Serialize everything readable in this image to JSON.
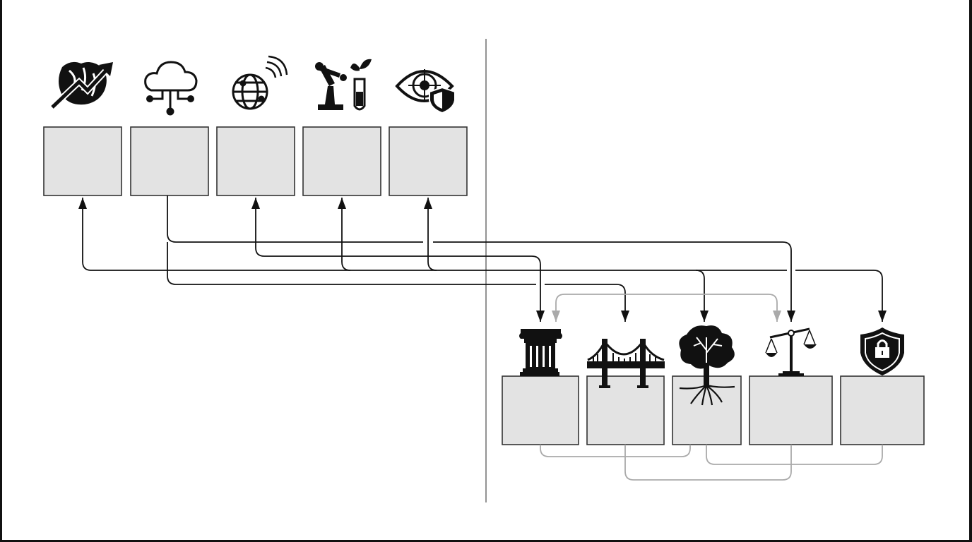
{
  "colors": {
    "box_fill": "#e3e3e3",
    "box_stroke": "#333333",
    "primary_line": "#111111",
    "secondary_line": "#aaaaaa",
    "divider": "#777777"
  },
  "top_nodes": [
    {
      "id": "t1",
      "icon": "brain-growth-arrow-icon"
    },
    {
      "id": "t2",
      "icon": "cloud-network-icon"
    },
    {
      "id": "t3",
      "icon": "globe-wireless-icon"
    },
    {
      "id": "t4",
      "icon": "robot-arm-plant-test-tube-icon"
    },
    {
      "id": "t5",
      "icon": "eye-target-shield-icon"
    }
  ],
  "bottom_nodes": [
    {
      "id": "b1",
      "icon": "greek-column-icon"
    },
    {
      "id": "b2",
      "icon": "suspension-bridge-icon"
    },
    {
      "id": "b3",
      "icon": "tree-with-roots-icon"
    },
    {
      "id": "b4",
      "icon": "balance-scales-icon"
    },
    {
      "id": "b5",
      "icon": "shield-lock-icon"
    }
  ],
  "connections": [
    {
      "from": "t2",
      "to": "b4",
      "style": "primary"
    },
    {
      "from": "t2",
      "to": "b2",
      "style": "primary"
    },
    {
      "between": [
        "t3",
        "b1"
      ],
      "style": "primary",
      "arrows": "both"
    },
    {
      "between": [
        "t1",
        "t4",
        "t5",
        "b3",
        "b5"
      ],
      "style": "primary",
      "arrows": "all"
    },
    {
      "between": [
        "b1",
        "b4"
      ],
      "style": "secondary",
      "arrows": "both"
    },
    {
      "between": [
        "b1",
        "b3"
      ],
      "style": "secondary",
      "arrows": "none"
    },
    {
      "between": [
        "b2",
        "b4"
      ],
      "style": "secondary",
      "arrows": "none"
    },
    {
      "between": [
        "b3",
        "b5"
      ],
      "style": "secondary",
      "arrows": "none"
    }
  ]
}
